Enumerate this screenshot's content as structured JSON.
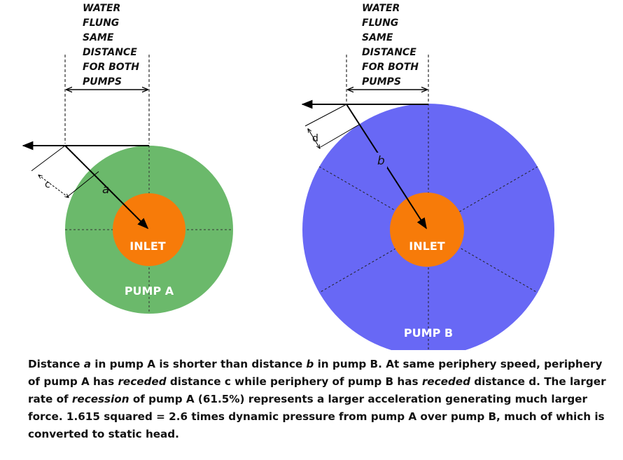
{
  "pump_a": {
    "label": "PUMP A",
    "inlet_label": "INLET",
    "radius_label": "a",
    "recession_label": "c",
    "fill": "#6bb96b",
    "water_label": [
      "WATER",
      "FLUNG",
      "SAME",
      "DISTANCE",
      "FOR BOTH",
      "PUMPS"
    ]
  },
  "pump_b": {
    "label": "PUMP B",
    "inlet_label": "INLET",
    "radius_label": "b",
    "recession_label": "d",
    "fill": "#6868f5",
    "water_label": [
      "WATER",
      "FLUNG",
      "SAME",
      "DISTANCE",
      "FOR BOTH",
      "PUMPS"
    ]
  },
  "inlet_fill": "#f77b09",
  "caption": {
    "p1": "Distance ",
    "p2": "a",
    "p3": " in pump A is shorter than distance ",
    "p4": "b",
    "p5": " in pump B. At same periphery speed, periphery of pump A has ",
    "p6": "receded",
    "p7": " distance c while periphery of pump B has ",
    "p8": "receded",
    "p9": " distance d. The larger rate of ",
    "p10": "recession",
    "p11": " of pump A (61.5%) represents a larger acceleration generating much larger force. 1.615 squared = 2.6 times dynamic pressure from pump A over pump B, much of which is converted to static head."
  }
}
